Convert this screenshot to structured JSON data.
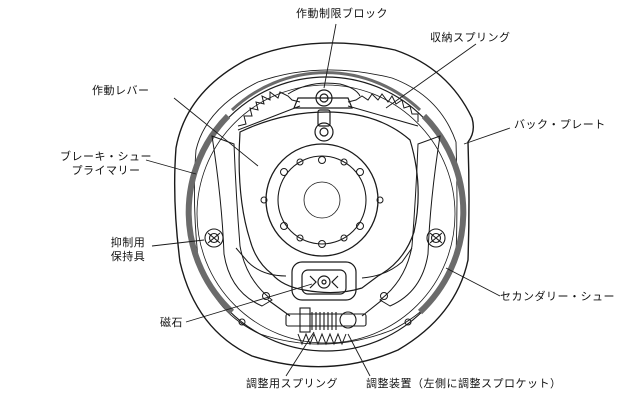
{
  "labels": {
    "actuating_limit_block": "作動制限ブロック",
    "retracting_spring": "収納スプリング",
    "actuating_lever": "作動レバー",
    "back_plate": "バック・プレート",
    "brake_shoe_primary_line1": "ブレーキ・シュー",
    "brake_shoe_primary_line2": "プライマリー",
    "hold_down_retainer_line1": "抑制用",
    "hold_down_retainer_line2": "保持具",
    "secondary_shoe": "セカンダリー・シュー",
    "magnet": "磁石",
    "adjusting_spring": "調整用スプリング",
    "adjuster": "調整装置（左側に調整スプロケット）"
  },
  "colors": {
    "line": "#1a1a1a",
    "lining": "#6b6b6b",
    "background": "#ffffff"
  }
}
